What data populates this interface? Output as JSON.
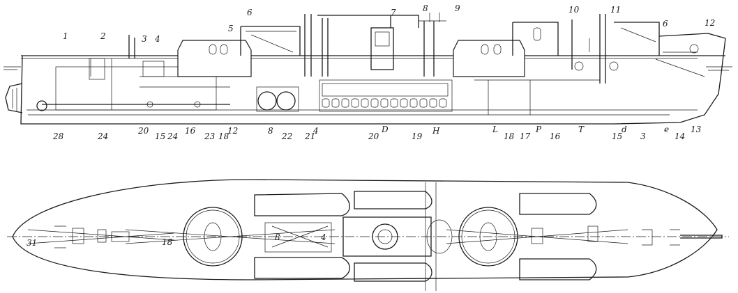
{
  "side_elevation": {
    "callouts_top": [
      "1",
      "2",
      "3",
      "4",
      "5",
      "6",
      "7",
      "8",
      "9",
      "10",
      "11",
      "6",
      "12"
    ],
    "callouts_bottom": [
      "28",
      "24",
      "20",
      "15",
      "24",
      "16",
      "23",
      "18",
      "12",
      "8",
      "22",
      "21",
      "4",
      "20",
      "D",
      "19",
      "H",
      "L",
      "18",
      "17",
      "P",
      "16",
      "T",
      "15",
      "d",
      "3",
      "e",
      "14",
      "13"
    ]
  },
  "deck_plan": {
    "callouts": [
      "31",
      "18",
      "8",
      "4"
    ]
  }
}
